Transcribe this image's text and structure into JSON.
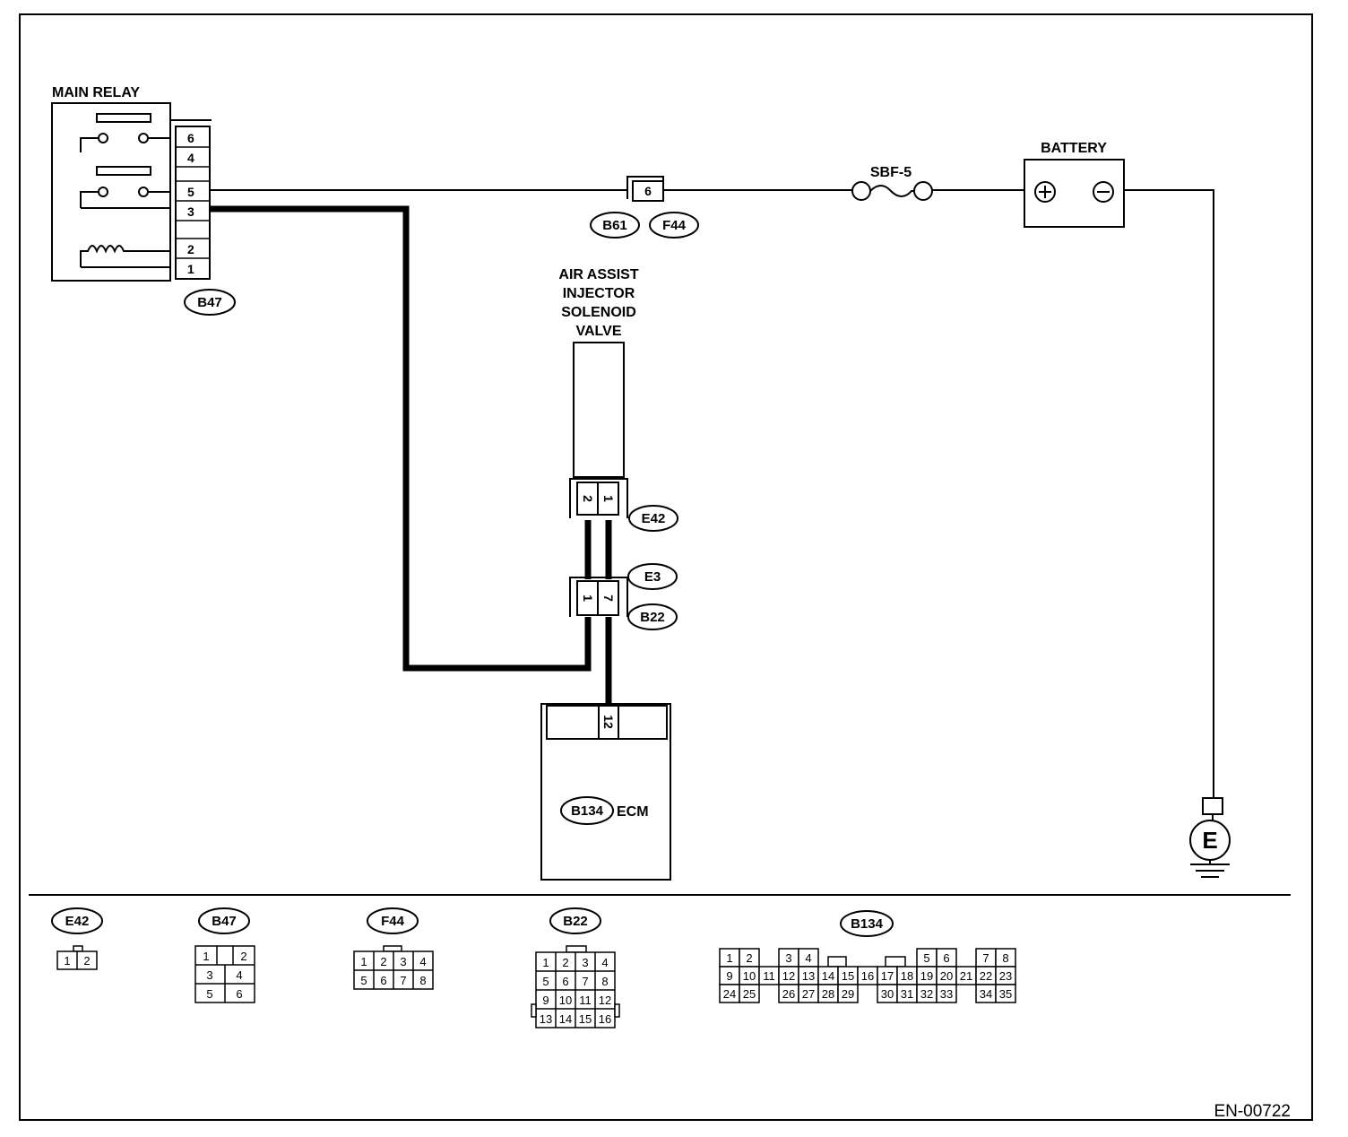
{
  "diagram": {
    "id_code": "EN-00722",
    "main_relay": {
      "label": "MAIN RELAY",
      "pins": [
        "6",
        "4",
        "5",
        "3",
        "2",
        "1"
      ],
      "connector": "B47"
    },
    "inline_connector": {
      "pin": "6",
      "tags": [
        "B61",
        "F44"
      ]
    },
    "fuse": {
      "label": "SBF-5"
    },
    "battery": {
      "label": "BATTERY"
    },
    "valve": {
      "label_lines": [
        "AIR ASSIST",
        "INJECTOR",
        "SOLENOID",
        "VALVE"
      ],
      "pins": [
        "2",
        "1"
      ],
      "connector": "E42"
    },
    "joint_connector": {
      "pins": [
        "1",
        "7"
      ],
      "tags": [
        "E3",
        "B22"
      ]
    },
    "ecm": {
      "label": "ECM",
      "connector": "B134",
      "pin": "12"
    },
    "ground": {
      "label": "E"
    }
  },
  "connector_views": [
    {
      "name": "E42",
      "rows": [
        [
          "1",
          "2"
        ]
      ]
    },
    {
      "name": "B47",
      "rows": [
        [
          "1",
          "",
          "2"
        ],
        [
          "3",
          "4"
        ],
        [
          "5",
          "6"
        ]
      ]
    },
    {
      "name": "F44",
      "rows": [
        [
          "1",
          "2",
          "3",
          "4"
        ],
        [
          "5",
          "6",
          "7",
          "8"
        ]
      ]
    },
    {
      "name": "B22",
      "rows": [
        [
          "1",
          "2",
          "3",
          "4"
        ],
        [
          "5",
          "6",
          "7",
          "8"
        ],
        [
          "9",
          "10",
          "11",
          "12"
        ],
        [
          "13",
          "14",
          "15",
          "16"
        ]
      ]
    },
    {
      "name": "B134",
      "rows": [
        [
          "1",
          "2",
          "3",
          "4",
          "5",
          "6",
          "7",
          "8"
        ],
        [
          "9",
          "10",
          "11",
          "12",
          "13",
          "14",
          "15",
          "16",
          "17",
          "18",
          "19",
          "20",
          "21",
          "22",
          "23"
        ],
        [
          "24",
          "25",
          "26",
          "27",
          "28",
          "29",
          "30",
          "31",
          "32",
          "33",
          "34",
          "35"
        ]
      ]
    }
  ]
}
